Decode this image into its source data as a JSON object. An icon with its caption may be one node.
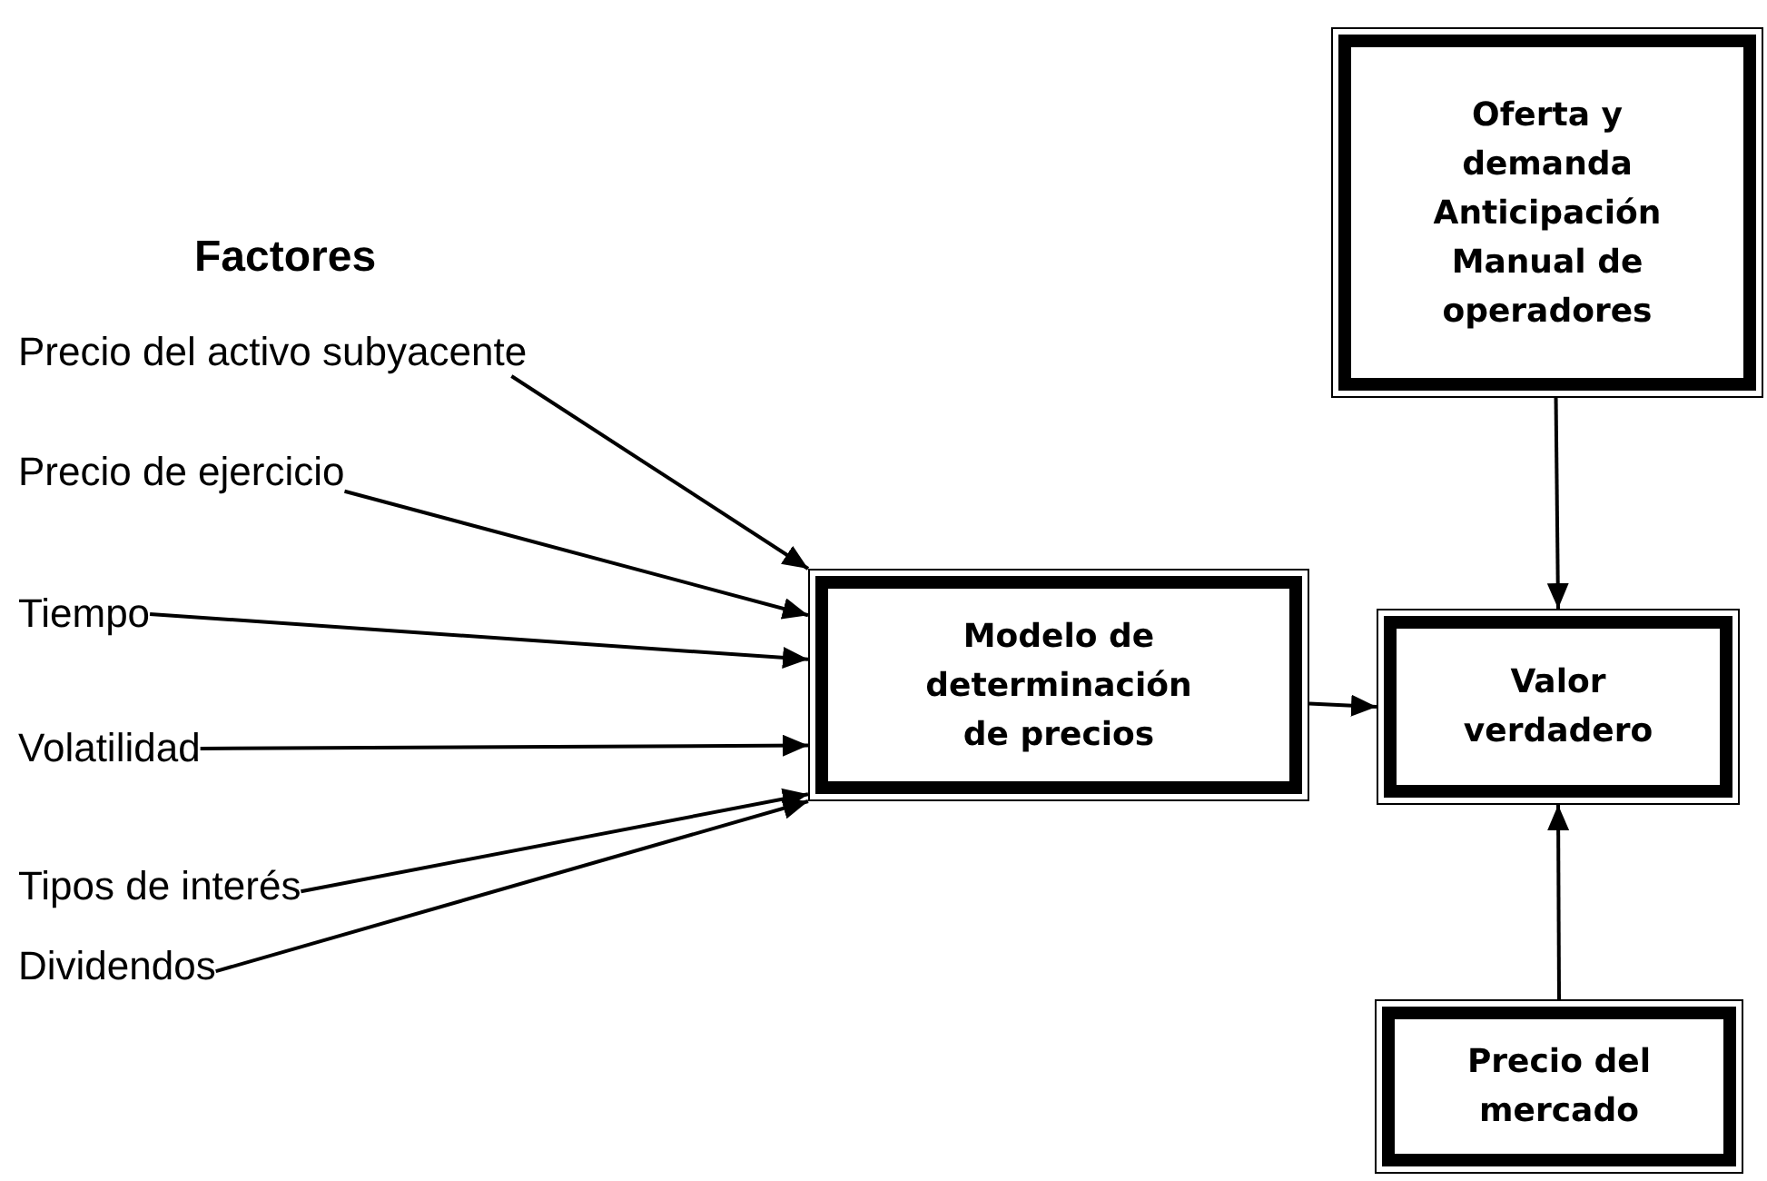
{
  "diagram": {
    "title": "Factores",
    "nodes": [
      {
        "text": [
          "Precio del activo subyacente"
        ]
      },
      {
        "text": [
          "Precio de ejercicio"
        ]
      },
      {
        "text": [
          "Tiempo"
        ]
      },
      {
        "text": [
          "Volatilidad"
        ]
      },
      {
        "text": [
          "Tipos de interés"
        ]
      },
      {
        "text": [
          "Dividendos"
        ]
      },
      {
        "text": [
          "Modelo de determinación de precios"
        ]
      },
      {
        "text": [
          "Oferta y demanda",
          "Anticipación",
          "Manual de operadores"
        ]
      },
      {
        "text": [
          "Valor verdadero"
        ]
      },
      {
        "text": [
          "Precio del mercado"
        ]
      }
    ],
    "edges": [
      {
        "from": 0,
        "to": 6,
        "arrow": "to"
      },
      {
        "from": 1,
        "to": 6,
        "arrow": "to"
      },
      {
        "from": 2,
        "to": 6,
        "arrow": "to"
      },
      {
        "from": 3,
        "to": 6,
        "arrow": "to"
      },
      {
        "from": 4,
        "to": 6,
        "arrow": "to"
      },
      {
        "from": 5,
        "to": 6,
        "arrow": "to"
      },
      {
        "from": 6,
        "to": 8,
        "arrow": "to"
      },
      {
        "from": 7,
        "to": 8,
        "arrow": "to"
      },
      {
        "from": 9,
        "to": 8,
        "arrow": "to"
      }
    ]
  }
}
